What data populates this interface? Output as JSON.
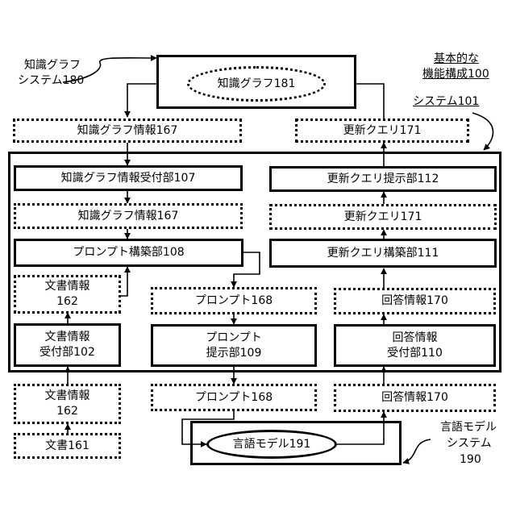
{
  "labels": {
    "kg_system_line1": "知識グラフ",
    "kg_system_line2": "システム180",
    "basic_line1": "基本的な",
    "basic_line2": "機能構成100",
    "system101": "システム101",
    "lm_system_line1": "言語モデル",
    "lm_system_line2": "システム",
    "lm_system_line3": "190"
  },
  "boxes": {
    "kg181": "知識グラフ181",
    "kg_info_top": "知識グラフ情報167",
    "update_query_top": "更新クエリ171",
    "kg_info_receiver": "知識グラフ情報受付部107",
    "update_query_presenter": "更新クエリ提示部112",
    "kg_info_mid": "知識グラフ情報167",
    "update_query_mid": "更新クエリ171",
    "prompt_builder": "プロンプト構築部108",
    "update_query_builder": "更新クエリ構築部111",
    "doc_info_in_line1": "文書情報",
    "doc_info_in_line2": "162",
    "prompt168_in": "プロンプト168",
    "answer_info_in": "回答情報170",
    "doc_receiver_line1": "文書情報",
    "doc_receiver_line2": "受付部102",
    "prompt_presenter_line1": "プロンプト",
    "prompt_presenter_line2": "提示部109",
    "answer_receiver_line1": "回答情報",
    "answer_receiver_line2": "受付部110",
    "doc_info_out_line1": "文書情報",
    "doc_info_out_line2": "162",
    "prompt168_out": "プロンプト168",
    "answer_info_out": "回答情報170",
    "doc161": "文書161",
    "lm191": "言語モデル191"
  }
}
